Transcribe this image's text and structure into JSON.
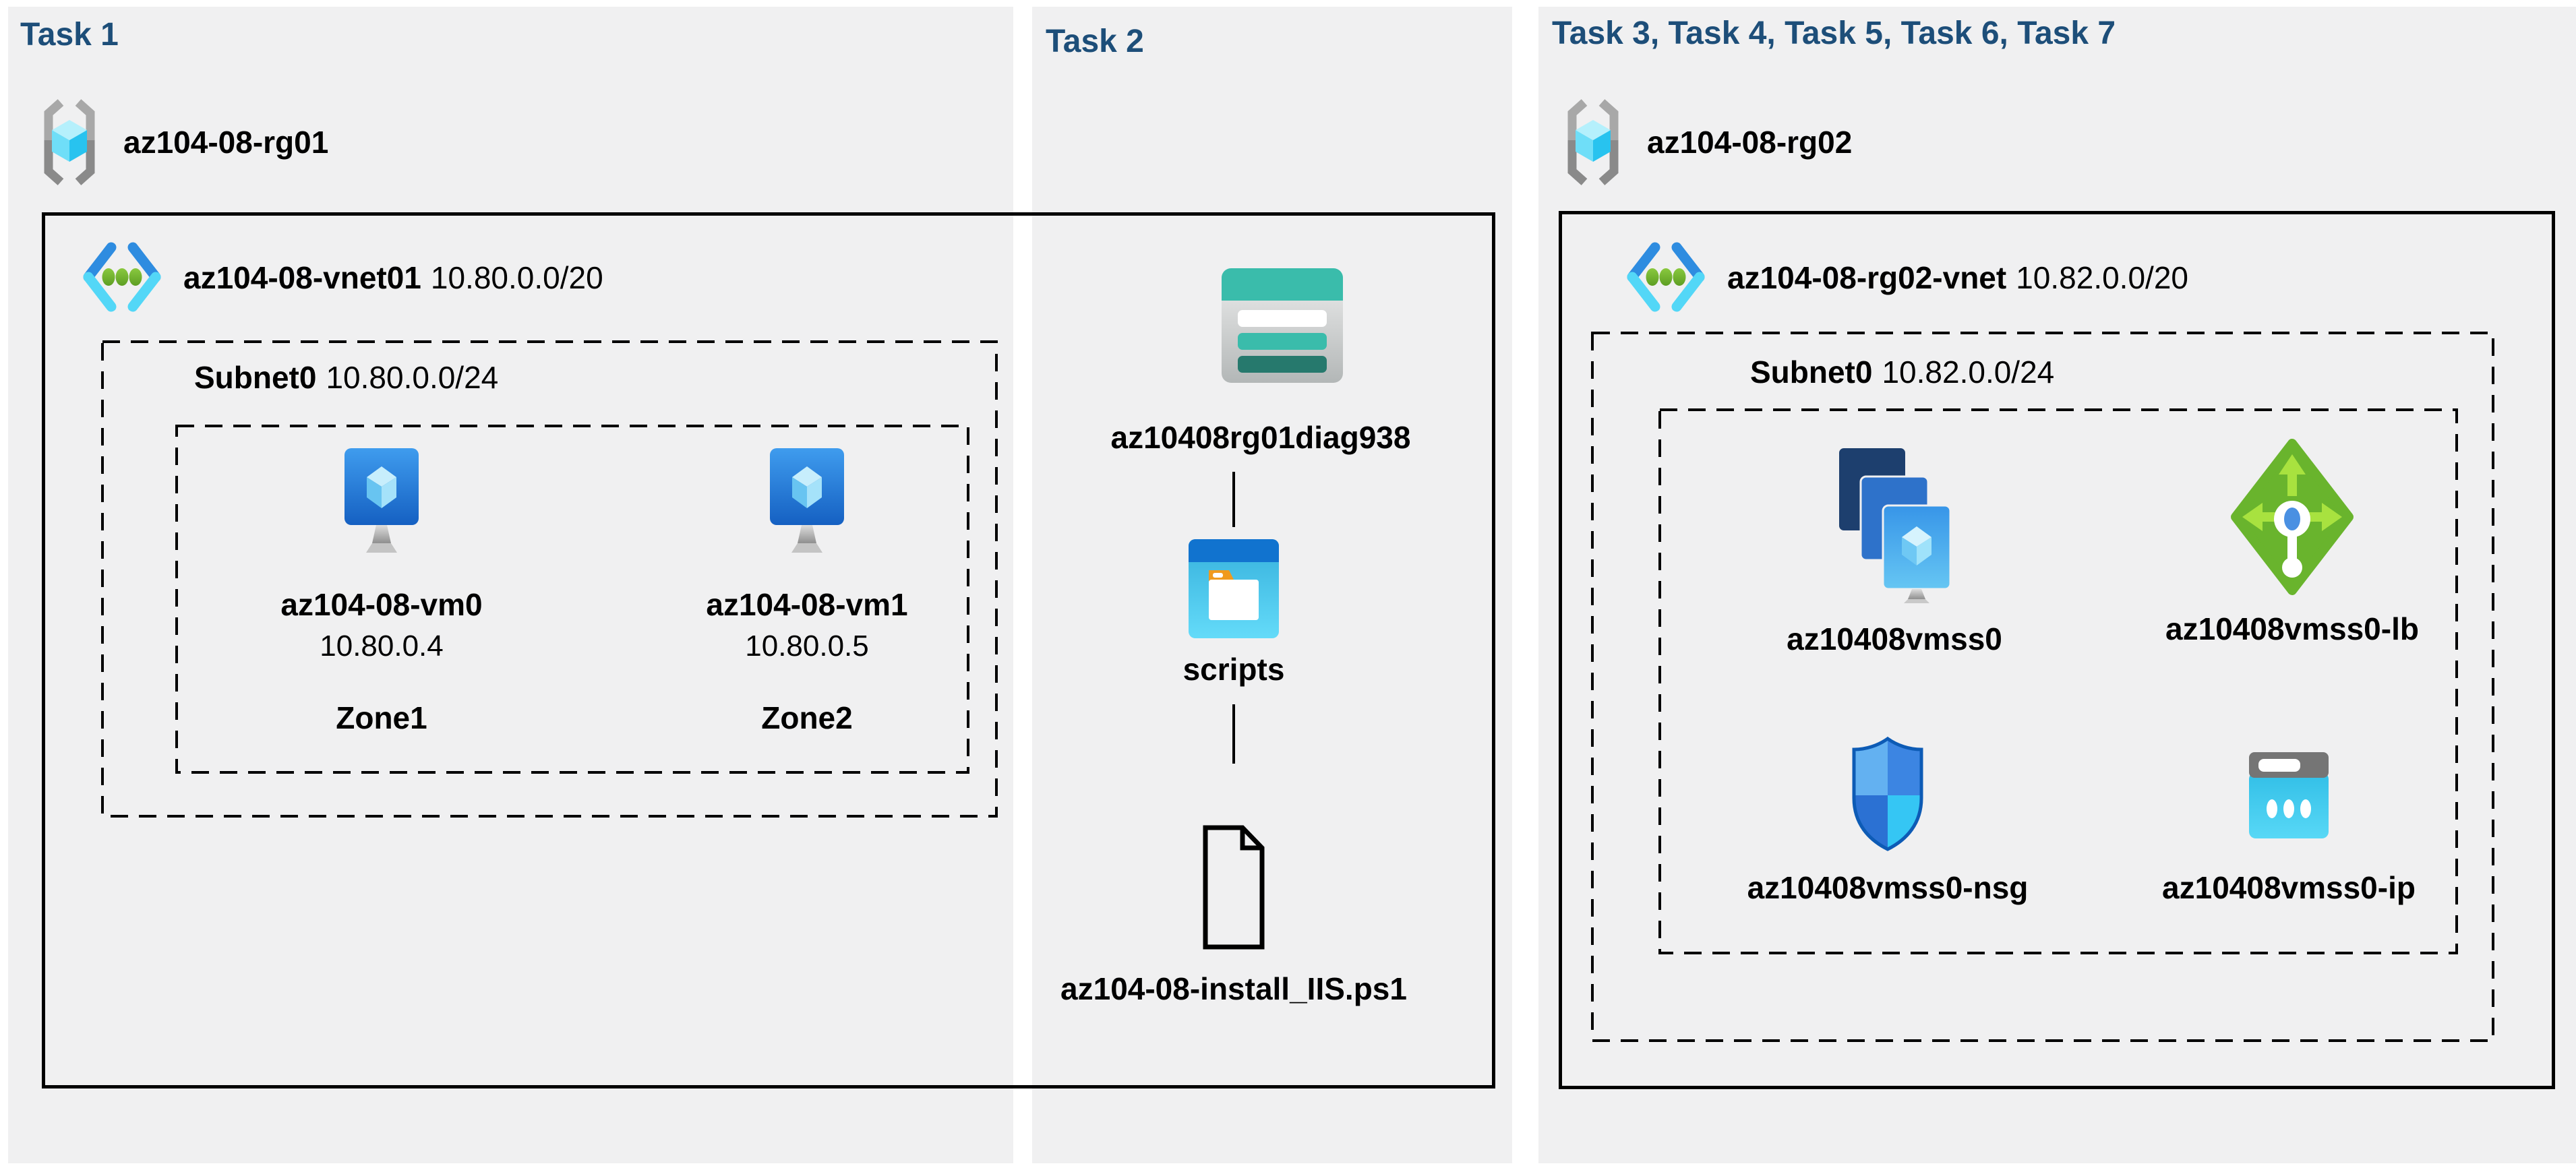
{
  "colors": {
    "title_accent": "#1d4e79",
    "panel_background": "#f0f0f1",
    "outline_black": "#000000",
    "storage_teal": "#3abcab",
    "storage_teal_dark": "#26796d",
    "blob_header_blue": "#1173cf",
    "blob_body_cyan": "#41c6ea",
    "folder_tab_orange": "#f09a1d",
    "vm_monitor_blue": "#2184dc",
    "vnet_chevron_blue": "#2e8ce0",
    "vnet_chevron_cyan": "#53d7f7",
    "vnet_dot_green": "#6fb22c",
    "lb_diamond_green": "#69b42d",
    "lb_arrow_green": "#a8e23f",
    "nsg_shield_blue": "#3c85e2",
    "public_ip_cyan": "#3fc9ee",
    "rg_bracket_gray": "#9f9f9f",
    "rg_cube_cyan": "#28c3ef"
  },
  "icons": [
    "resource-group-icon",
    "virtual-network-icon",
    "virtual-machine-icon",
    "storage-account-icon",
    "blob-container-icon",
    "script-file-icon",
    "vm-scale-set-icon",
    "load-balancer-icon",
    "network-security-group-icon",
    "public-ip-icon"
  ],
  "panels": [
    {
      "title": "Task 1",
      "resource_group": {
        "name": "az104-08-rg01"
      },
      "vnet": {
        "name": "az104-08-vnet01",
        "cidr": "10.80.0.0/20"
      },
      "subnet": {
        "name": "Subnet0",
        "cidr": "10.80.0.0/24"
      },
      "vms": [
        {
          "name": "az104-08-vm0",
          "ip": "10.80.0.4",
          "zone": "Zone1"
        },
        {
          "name": "az104-08-vm1",
          "ip": "10.80.0.5",
          "zone": "Zone2"
        }
      ]
    },
    {
      "title": "Task 2",
      "storage_account": {
        "name": "az10408rg01diag938"
      },
      "container": {
        "name": "scripts"
      },
      "script_file": {
        "name": "az104-08-install_IIS.ps1"
      }
    },
    {
      "title": "Task 3, Task 4, Task 5, Task 6, Task 7",
      "resource_group": {
        "name": "az104-08-rg02"
      },
      "vnet": {
        "name": "az104-08-rg02-vnet",
        "cidr": "10.82.0.0/20"
      },
      "subnet": {
        "name": "Subnet0",
        "cidr": "10.82.0.0/24"
      },
      "resources": [
        {
          "type": "vm-scale-set",
          "name": "az10408vmss0"
        },
        {
          "type": "load-balancer",
          "name": "az10408vmss0-lb"
        },
        {
          "type": "network-security-group",
          "name": "az10408vmss0-nsg"
        },
        {
          "type": "public-ip",
          "name": "az10408vmss0-ip"
        }
      ]
    }
  ]
}
